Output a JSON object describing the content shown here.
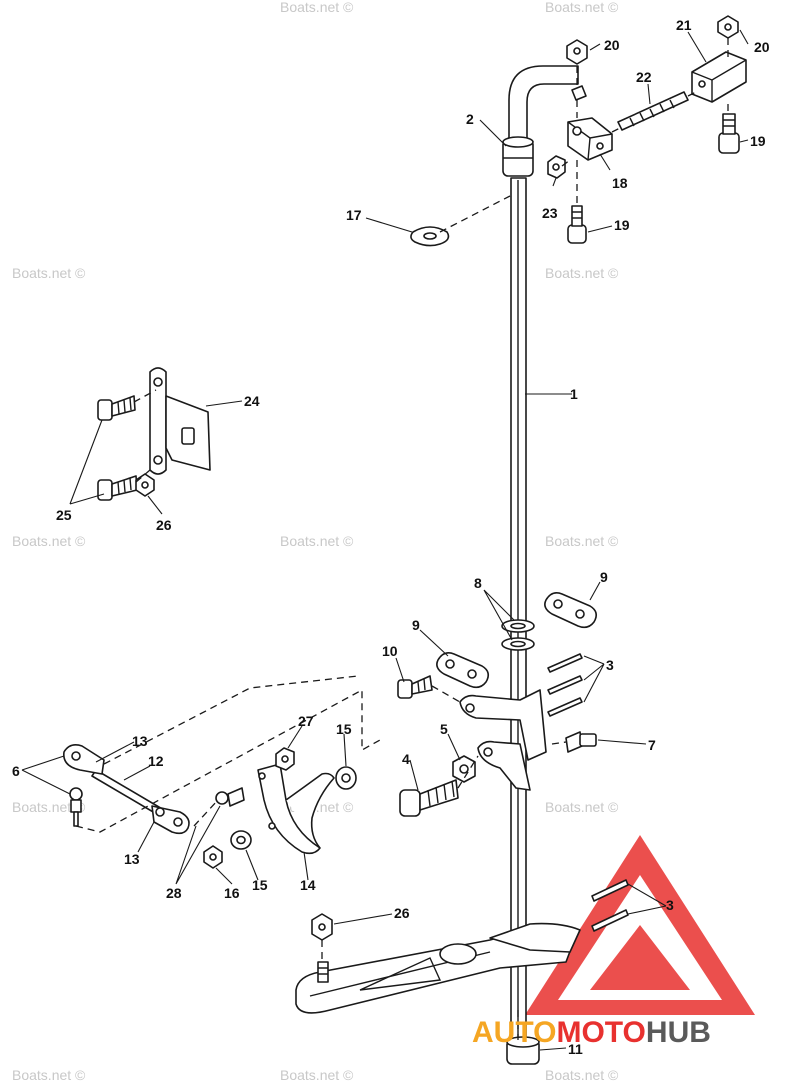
{
  "watermark": {
    "text": "Boats.net ©"
  },
  "logo": {
    "parts": [
      "AUTO",
      "MOTO",
      "HUB"
    ],
    "colors": {
      "triangle": "#e8312f",
      "auto": "#f5a623",
      "moto": "#e8312f",
      "hub": "#5a5a5a"
    }
  },
  "callouts": {
    "c1": "1",
    "c2": "2",
    "c3a": "3",
    "c3b": "3",
    "c4": "4",
    "c5": "5",
    "c6": "6",
    "c7": "7",
    "c8": "8",
    "c9a": "9",
    "c9b": "9",
    "c10": "10",
    "c11": "11",
    "c12": "12",
    "c13a": "13",
    "c13b": "13",
    "c14": "14",
    "c15a": "15",
    "c15b": "15",
    "c16": "16",
    "c17": "17",
    "c18": "18",
    "c19a": "19",
    "c19b": "19",
    "c20a": "20",
    "c20b": "20",
    "c21": "21",
    "c22": "22",
    "c23": "23",
    "c24": "24",
    "c25": "25",
    "c26a": "26",
    "c26b": "26",
    "c27": "27",
    "c28": "28"
  }
}
